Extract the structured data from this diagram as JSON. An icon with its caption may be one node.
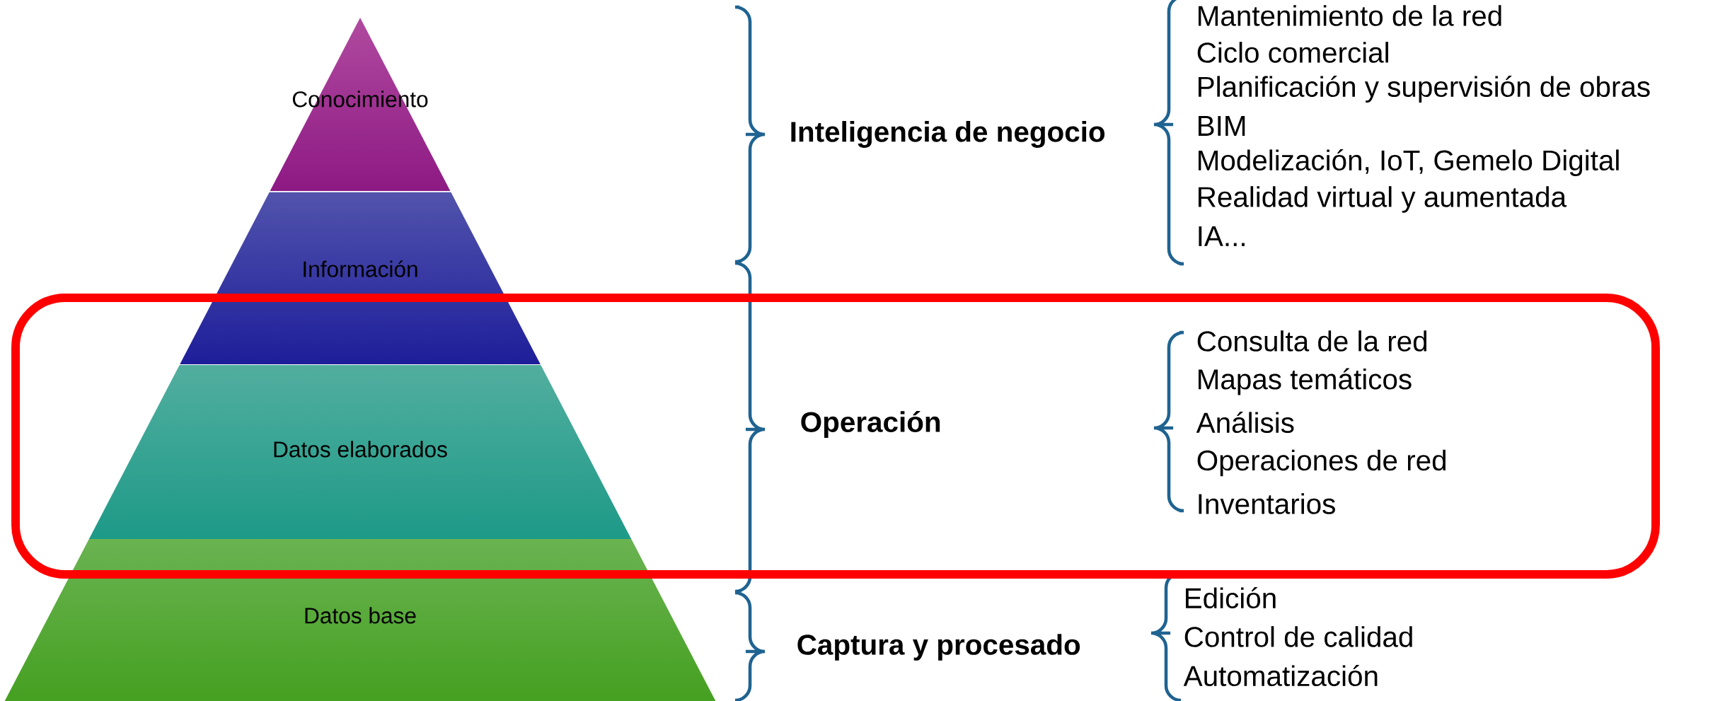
{
  "diagram": {
    "nodes": [
      {
        "text": [
          "Conocimiento"
        ]
      },
      {
        "text": [
          "Información"
        ]
      },
      {
        "text": [
          "Datos elaborados"
        ]
      },
      {
        "text": [
          "Datos base"
        ]
      }
    ],
    "labels": [
      "Inteligencia de negocio",
      "Mantenimiento de la red",
      "Ciclo comercial",
      "Planificación y supervisión de obras",
      "BIM",
      "Modelización, IoT, Gemelo Digital",
      "Realidad virtual y aumentada",
      "IA...",
      "Operación",
      "Consulta de la red",
      "Mapas temáticos",
      "Análisis",
      "Operaciones de red",
      "Inventarios",
      "Captura y procesado",
      "Edición",
      "Control de calidad",
      "Automatización"
    ]
  }
}
